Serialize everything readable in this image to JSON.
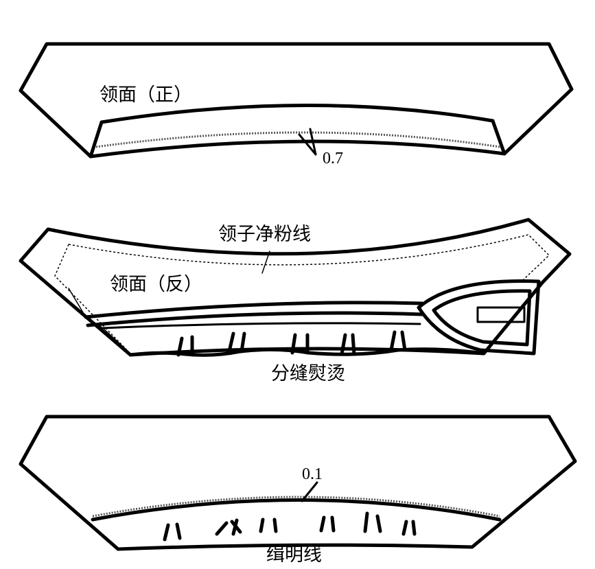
{
  "step1": {
    "label": "领面（正）",
    "measure": "0.7"
  },
  "step2": {
    "label_chalk": "领子净粉线",
    "label": "领面（反）",
    "caption": "分缝熨烫"
  },
  "step3": {
    "measure": "0.1",
    "caption": "缉明线"
  },
  "colors": {
    "line": "#000000",
    "background": "#ffffff",
    "stitch": "#555555"
  },
  "icons": {
    "iron": "iron-icon"
  }
}
